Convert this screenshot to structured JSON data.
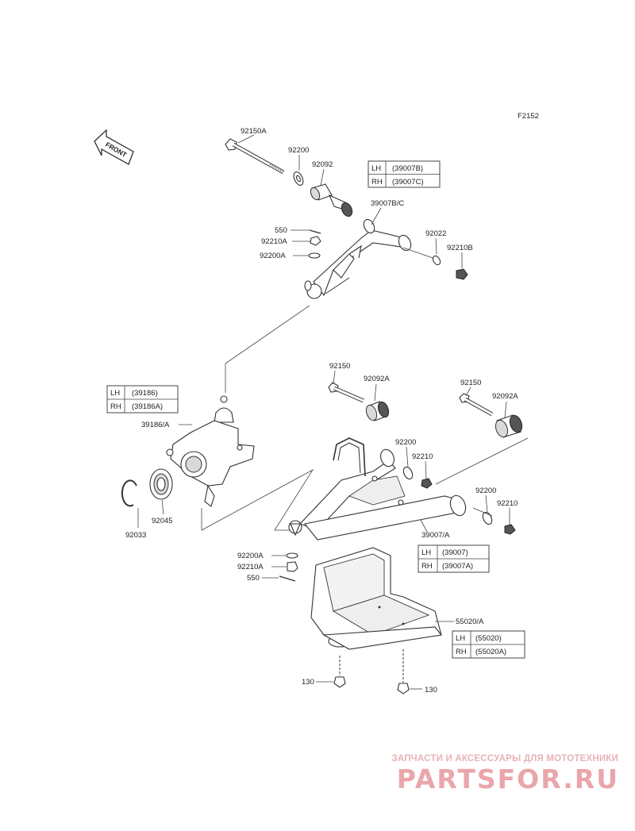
{
  "diagram": {
    "code": "F2152",
    "direction_label": "FRONT",
    "labels": {
      "p92150A": "92150A",
      "p92200_top": "92200",
      "p92092": "92092",
      "p39007BC": "39007B/C",
      "p550_top": "550",
      "p92210A_top": "92210A",
      "p92200A_top": "92200A",
      "p92022": "92022",
      "p92210B": "92210B",
      "p39186A": "39186/A",
      "p92045": "92045",
      "p92033": "92033",
      "p92150_mid": "92150",
      "p92092A_mid": "92092A",
      "p92150_right": "92150",
      "p92092A_right": "92092A",
      "p92200_mid": "92200",
      "p92210_mid": "92210",
      "p92200_right": "92200",
      "p92210_right": "92210",
      "p39007A": "39007/A",
      "p92200A_bot": "92200A",
      "p92210A_bot": "92210A",
      "p550_bot": "550",
      "p55020A": "55020/A",
      "p130_left": "130",
      "p130_right": "130"
    },
    "tables": {
      "upper_arm": {
        "lh_label": "LH",
        "lh_value": "(39007B)",
        "rh_label": "RH",
        "rh_value": "(39007C)"
      },
      "knuckle": {
        "lh_label": "LH",
        "lh_value": "(39186)",
        "rh_label": "RH",
        "rh_value": "(39186A)"
      },
      "lower_arm": {
        "lh_label": "LH",
        "lh_value": "(39007)",
        "rh_label": "RH",
        "rh_value": "(39007A)"
      },
      "guard": {
        "lh_label": "LH",
        "lh_value": "(55020)",
        "rh_label": "RH",
        "rh_value": "(55020A)"
      }
    }
  },
  "watermark": {
    "tagline": "ЗАПЧАСТИ И АКСЕССУАРЫ ДЛЯ МОТОТЕХНИКИ",
    "logo": "PARTSFOR.RU",
    "color": "#e8a0a6"
  }
}
